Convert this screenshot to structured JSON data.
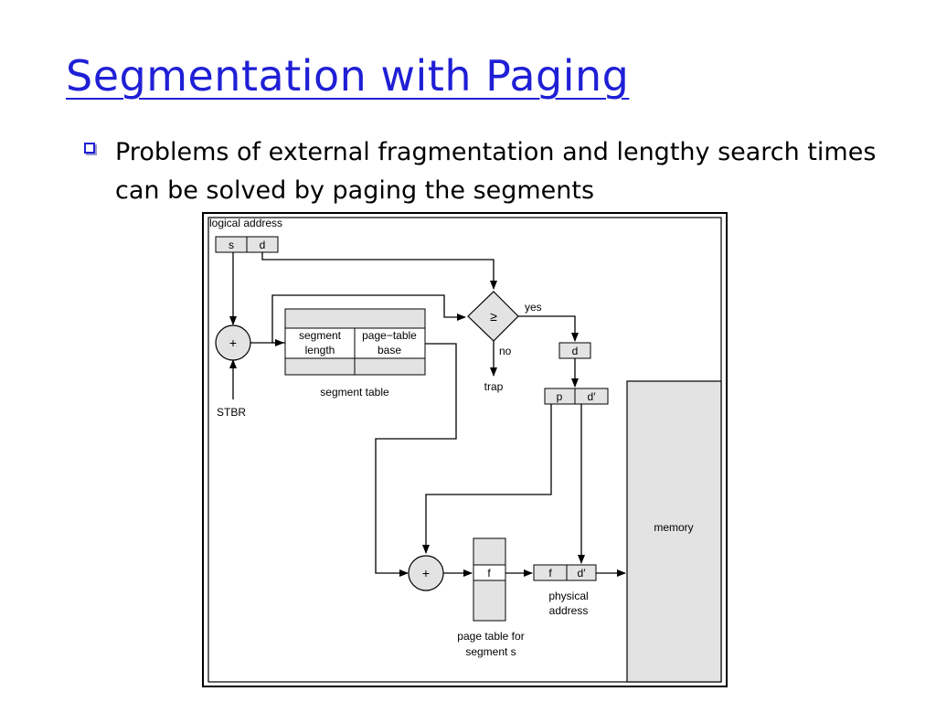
{
  "slide": {
    "title": "Segmentation with Paging",
    "bullet": "Problems of external fragmentation and lengthy search times can be solved by paging the segments"
  },
  "diagram": {
    "logical_address_label": "logical address",
    "s": "s",
    "d": "d",
    "plus": "+",
    "stbr": "STBR",
    "segment_length": [
      "segment",
      "length"
    ],
    "page_table_base": [
      "page−table",
      "base"
    ],
    "segment_table_label": "segment table",
    "compare": "≥",
    "yes": "yes",
    "no": "no",
    "trap": "trap",
    "p": "p",
    "d_prime": "d′",
    "f": "f",
    "page_table_label": [
      "page table for",
      "segment s"
    ],
    "physical_address_label": [
      "physical",
      "address"
    ],
    "memory": "memory"
  }
}
